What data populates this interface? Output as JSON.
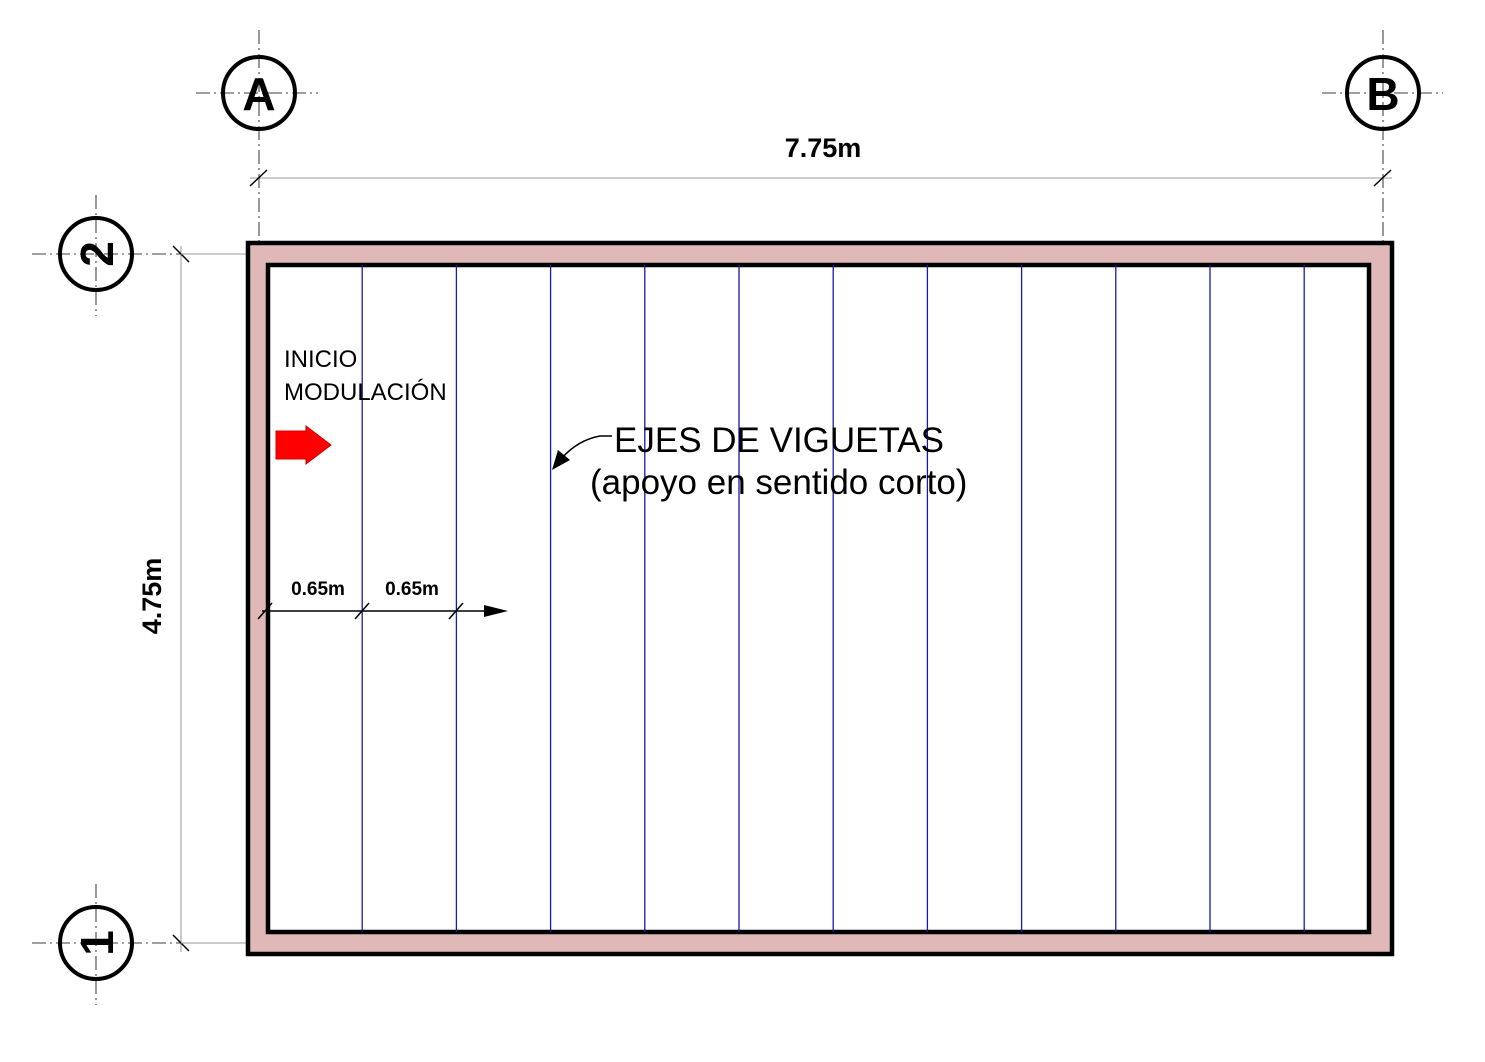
{
  "axes": {
    "col_a": "A",
    "col_b": "B",
    "row_2": "2",
    "row_1": "1"
  },
  "dimensions": {
    "width": "7.75m",
    "height": "4.75m",
    "spacing_1": "0.65m",
    "spacing_2": "0.65m"
  },
  "notes": {
    "start_line1": "INICIO",
    "start_line2": "MODULACIÓN",
    "joist_line1": "EJES DE VIGUETAS",
    "joist_line2": "(apoyo en sentido corto)"
  },
  "colors": {
    "beam_fill": "#e0b8b8",
    "joist_line": "#1a1aa8",
    "start_arrow": "#ff0000",
    "outline": "#000000"
  },
  "joist_count": 11
}
